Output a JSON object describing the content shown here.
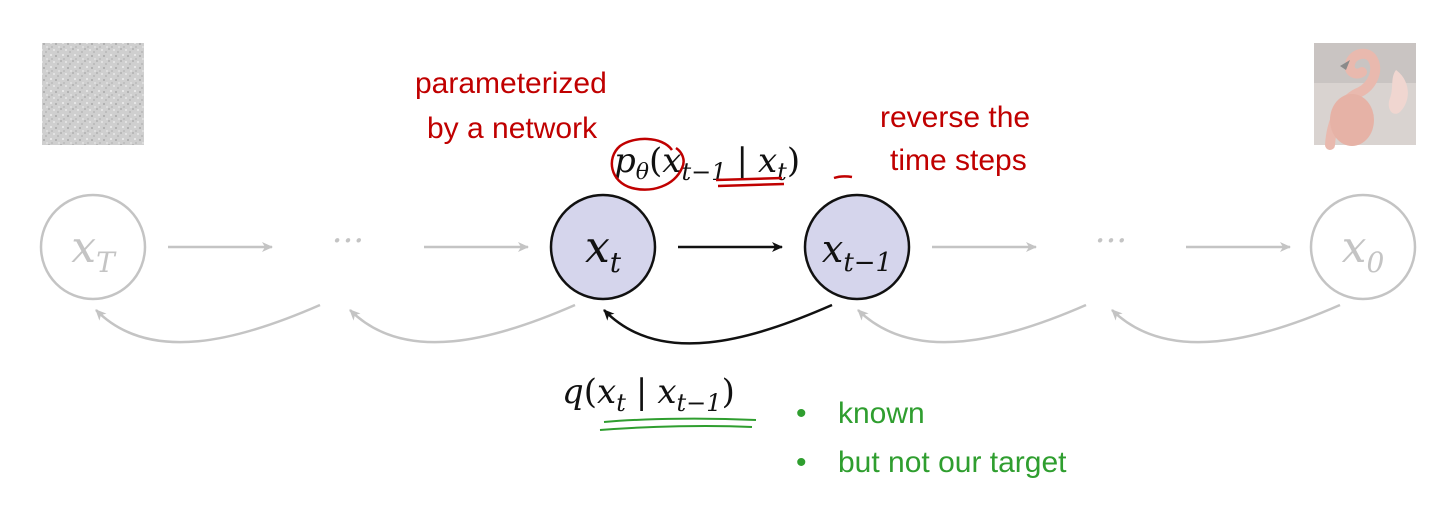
{
  "nodes": {
    "xT": {
      "base": "x",
      "sub": "T"
    },
    "xt": {
      "base": "x",
      "sub": "t"
    },
    "xt1": {
      "base": "x",
      "sub": "t−1"
    },
    "x0": {
      "base": "x",
      "sub": "0"
    }
  },
  "ellipsis": "···",
  "formula_p": {
    "p": "p",
    "theta": "θ",
    "open": "(",
    "x1": "x",
    "s1": "t−1",
    "bar": "|",
    "x2": "x",
    "s2": "t",
    "close": ")"
  },
  "formula_q": {
    "q": "q",
    "open": "(",
    "x1": "x",
    "s1": "t",
    "bar": "|",
    "x2": "x",
    "s2": "t−1",
    "close": ")"
  },
  "annotations": {
    "param_line1": "parameterized",
    "param_line2": "by a network",
    "reverse_line1": "reverse the",
    "reverse_line2": "time steps",
    "bullet": "•",
    "known": "known",
    "not_target": "but not our target"
  },
  "colors": {
    "node_fill_active": "#d5d5ec",
    "node_stroke_active": "#111111",
    "faded_gray": "#c4c4c4",
    "annotation_red": "#c00000",
    "annotation_green": "#2f9e2f"
  }
}
